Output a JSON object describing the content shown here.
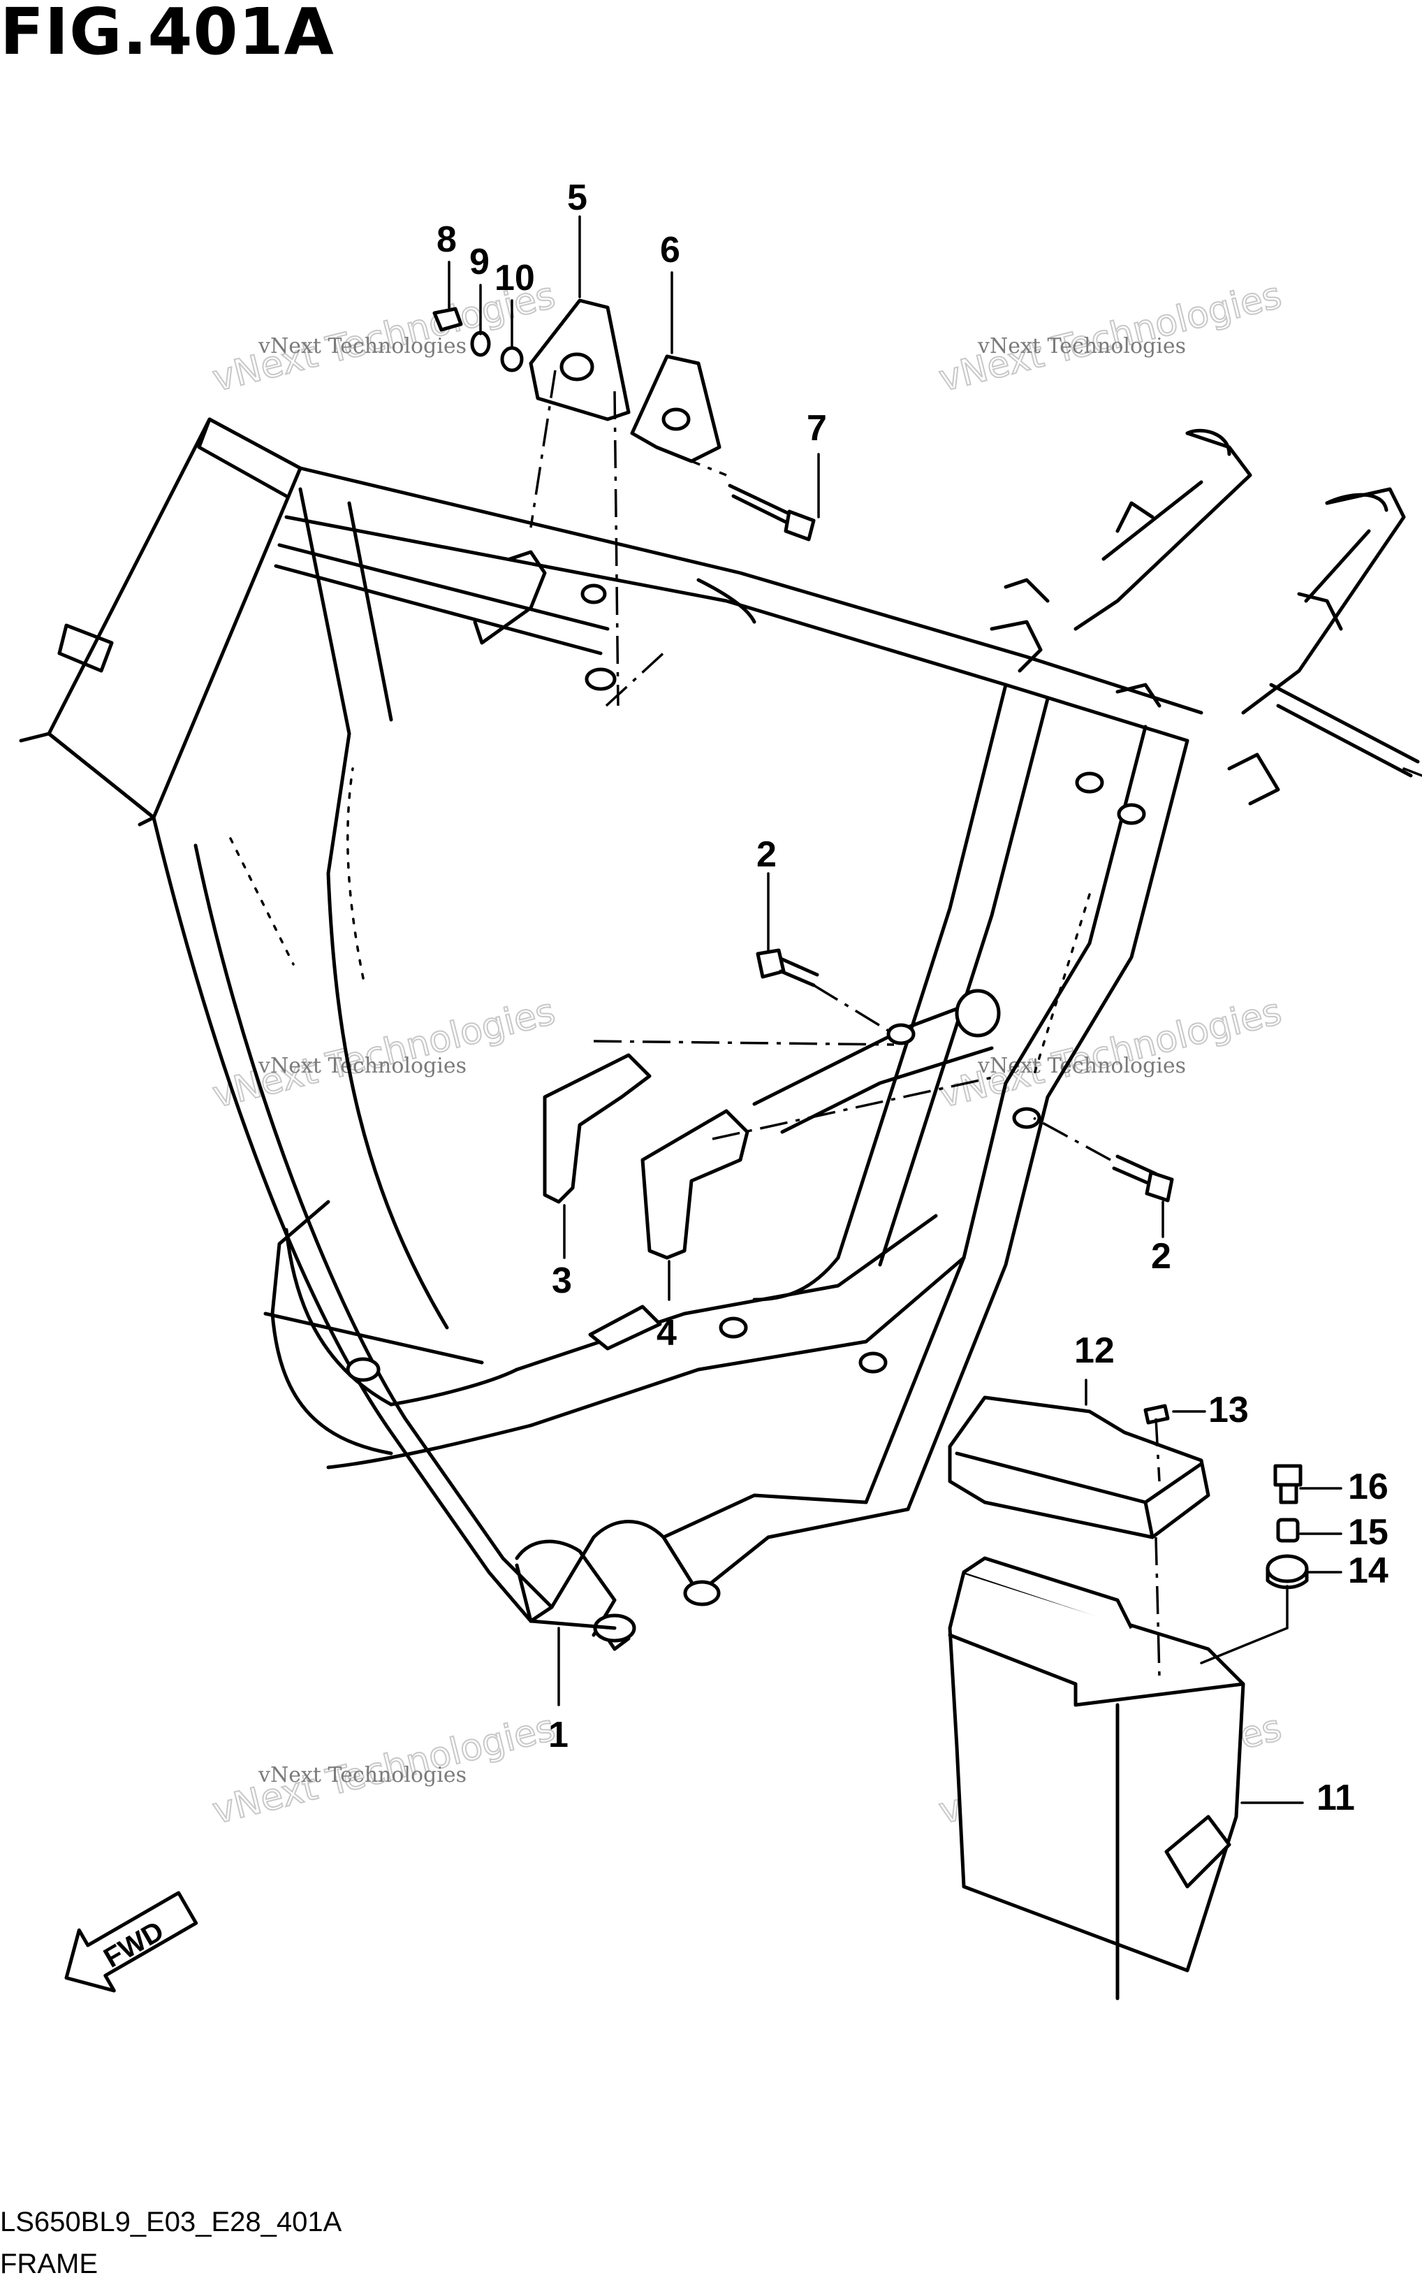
{
  "title": "FIG.401A",
  "drawing_code": "LS650BL9_E03_E28_401A",
  "section_name": "FRAME",
  "watermark": {
    "line1": "vNext Technologies",
    "line2": "vNext Technologies"
  },
  "fwd_label": "FWD",
  "callouts": [
    {
      "id": "c1",
      "label": "1"
    },
    {
      "id": "c2a",
      "label": "2"
    },
    {
      "id": "c2b",
      "label": "2"
    },
    {
      "id": "c3",
      "label": "3"
    },
    {
      "id": "c4",
      "label": "4"
    },
    {
      "id": "c5",
      "label": "5"
    },
    {
      "id": "c6",
      "label": "6"
    },
    {
      "id": "c7",
      "label": "7"
    },
    {
      "id": "c8",
      "label": "8"
    },
    {
      "id": "c9",
      "label": "9"
    },
    {
      "id": "c10",
      "label": "10"
    },
    {
      "id": "c11",
      "label": "11"
    },
    {
      "id": "c12",
      "label": "12"
    },
    {
      "id": "c13",
      "label": "13"
    },
    {
      "id": "c14",
      "label": "14"
    },
    {
      "id": "c15",
      "label": "15"
    },
    {
      "id": "c16",
      "label": "16"
    }
  ]
}
